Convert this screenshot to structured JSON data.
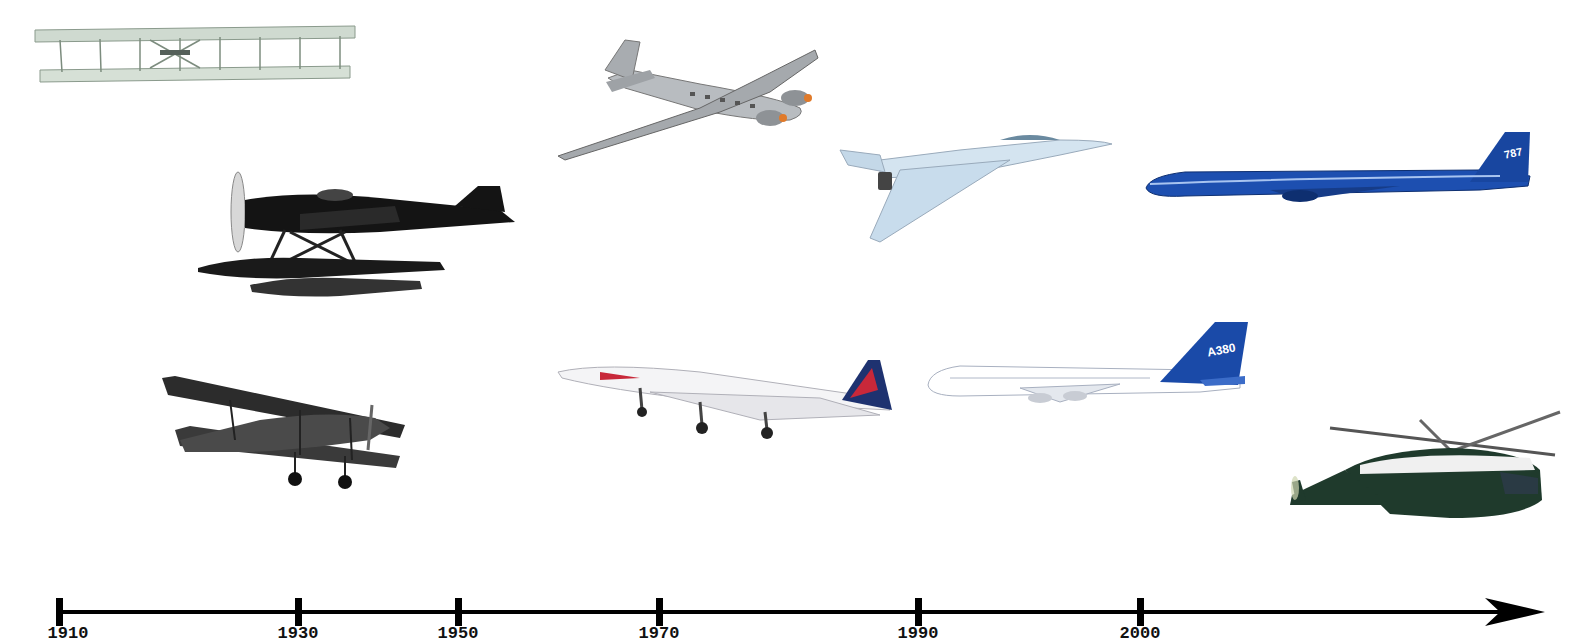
{
  "diagram": {
    "labels": [
      "1910",
      "1930",
      "1950",
      "1970",
      "1990",
      "2000",
      "787",
      "A380"
    ]
  }
}
